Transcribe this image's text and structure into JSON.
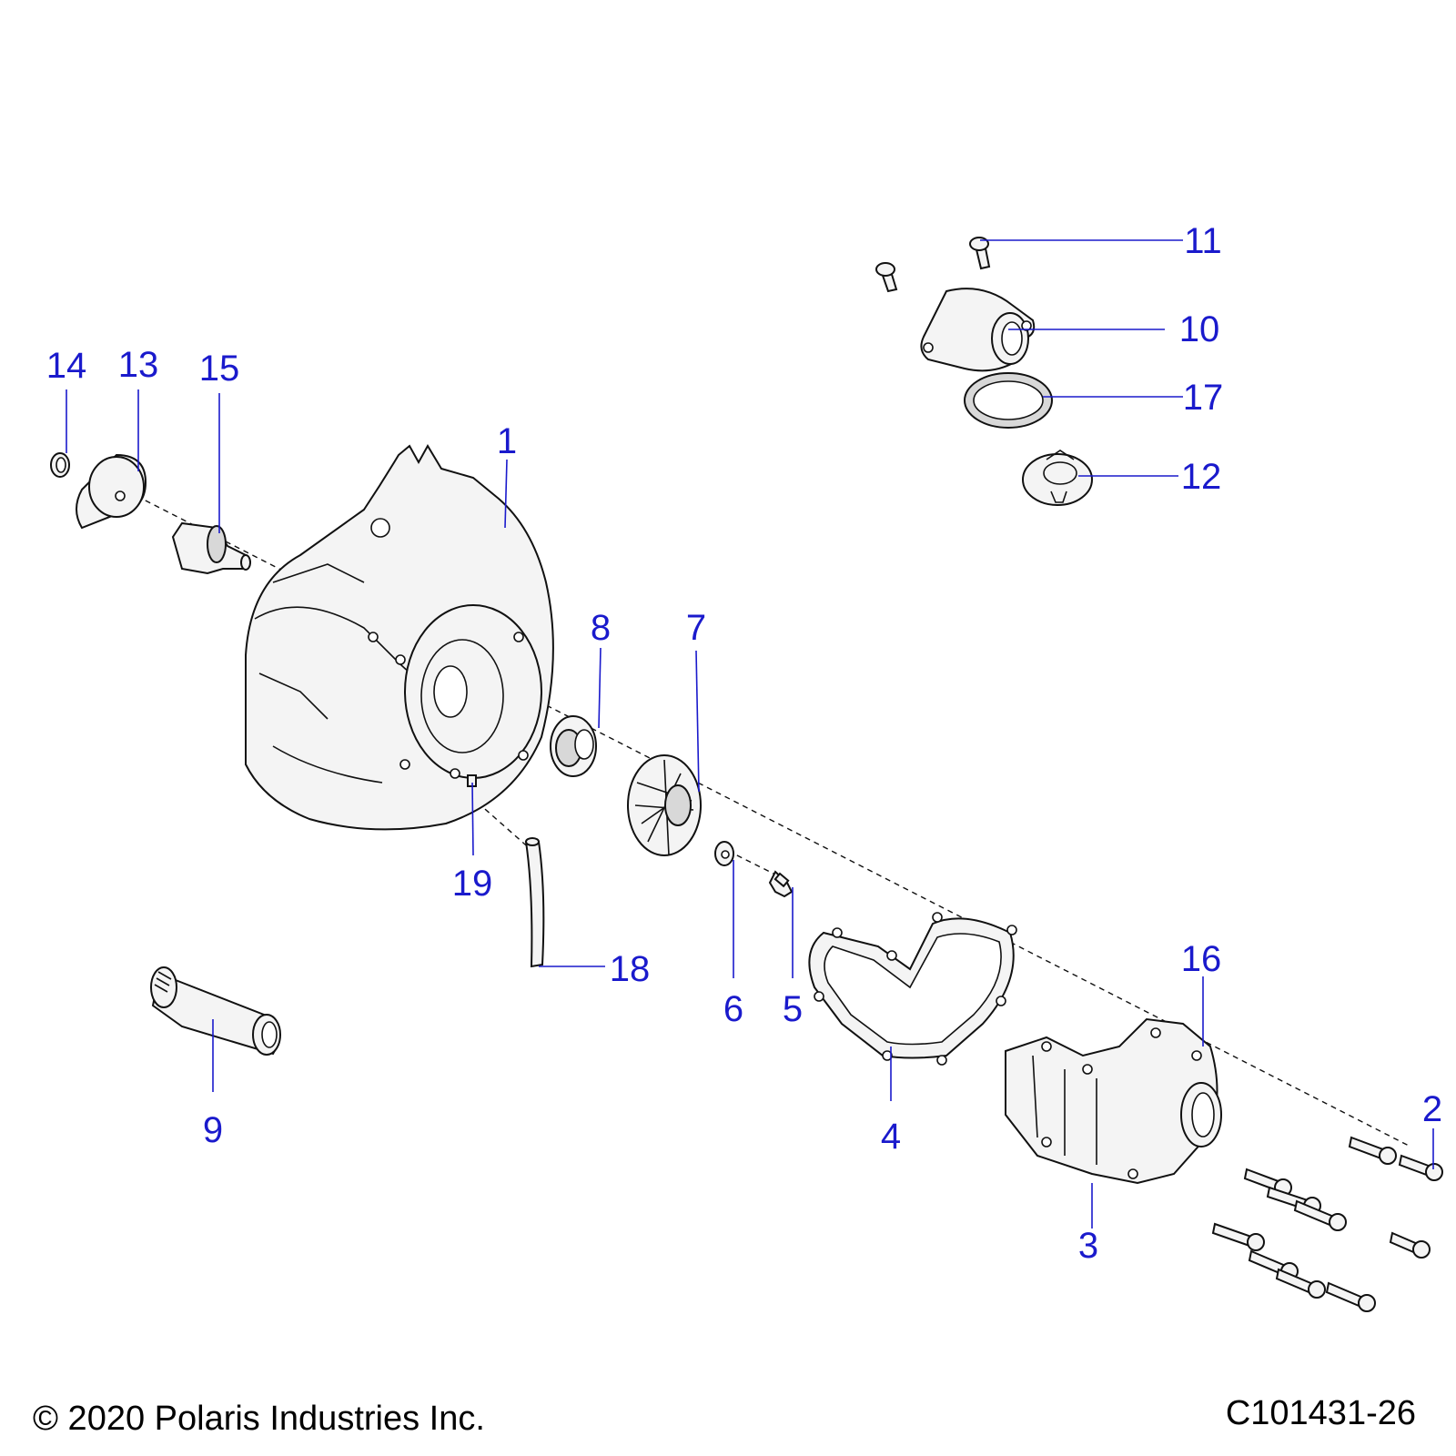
{
  "diagram": {
    "callouts": [
      {
        "label": "1"
      },
      {
        "label": "2"
      },
      {
        "label": "3"
      },
      {
        "label": "4"
      },
      {
        "label": "5"
      },
      {
        "label": "6"
      },
      {
        "label": "7"
      },
      {
        "label": "8"
      },
      {
        "label": "9"
      },
      {
        "label": "10"
      },
      {
        "label": "11"
      },
      {
        "label": "12"
      },
      {
        "label": "13"
      },
      {
        "label": "14"
      },
      {
        "label": "15"
      },
      {
        "label": "16"
      },
      {
        "label": "17"
      },
      {
        "label": "18"
      },
      {
        "label": "19"
      }
    ],
    "callout_color": "#1a1acc"
  },
  "footer": {
    "copyright": "© 2020 Polaris Industries Inc.",
    "drawing_number": "C101431-26"
  }
}
